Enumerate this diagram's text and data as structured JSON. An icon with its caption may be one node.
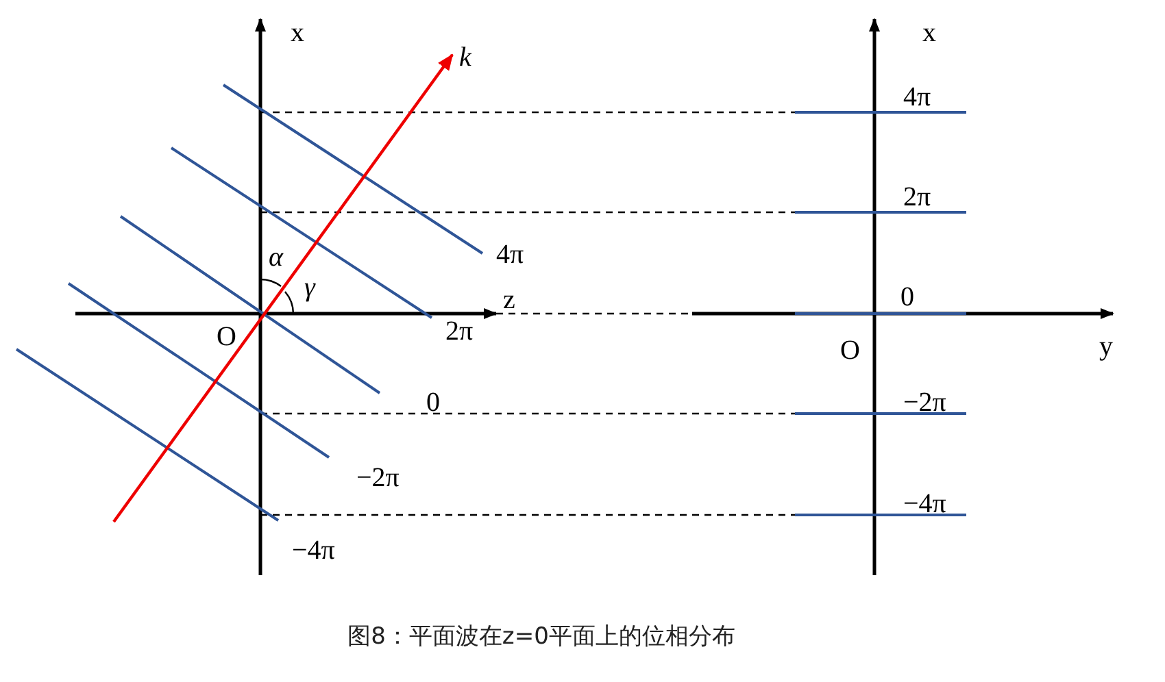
{
  "diagram": {
    "caption": "图8：平面波在z=0平面上的位相分布",
    "labels": [
      "x",
      "k",
      "4π",
      "α",
      "γ",
      "z",
      "O",
      "2π",
      "0",
      "−2π",
      "−4π",
      "x",
      "4π",
      "2π",
      "0",
      "O",
      "y",
      "−2π",
      "−4π"
    ]
  }
}
